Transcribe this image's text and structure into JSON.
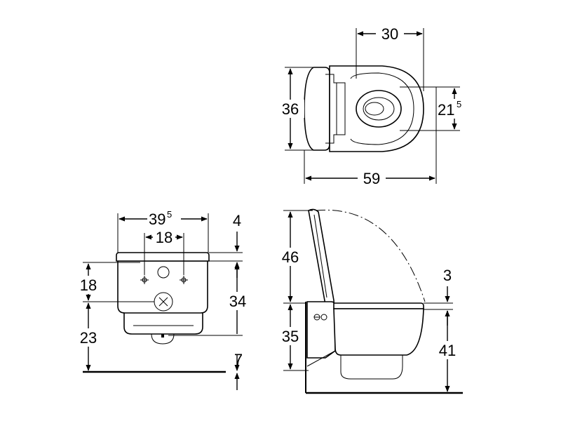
{
  "top_view": {
    "dim_seat_opening": "30",
    "dim_height": "36",
    "dim_bowl_width_main": "21",
    "dim_bowl_width_sup": "5",
    "dim_total_depth": "59"
  },
  "front_view": {
    "dim_width_main": "39",
    "dim_width_sup": "5",
    "dim_fixing_spacing": "18",
    "dim_seat_thickness": "4",
    "dim_fixing_vertical": "18",
    "dim_floor_to_drain": "23",
    "dim_body_height": "34",
    "dim_floor_gap": "7"
  },
  "side_view": {
    "dim_lid_height": "46",
    "dim_seat_offset": "3",
    "dim_pan_height": "35",
    "dim_rim_height": "41"
  }
}
